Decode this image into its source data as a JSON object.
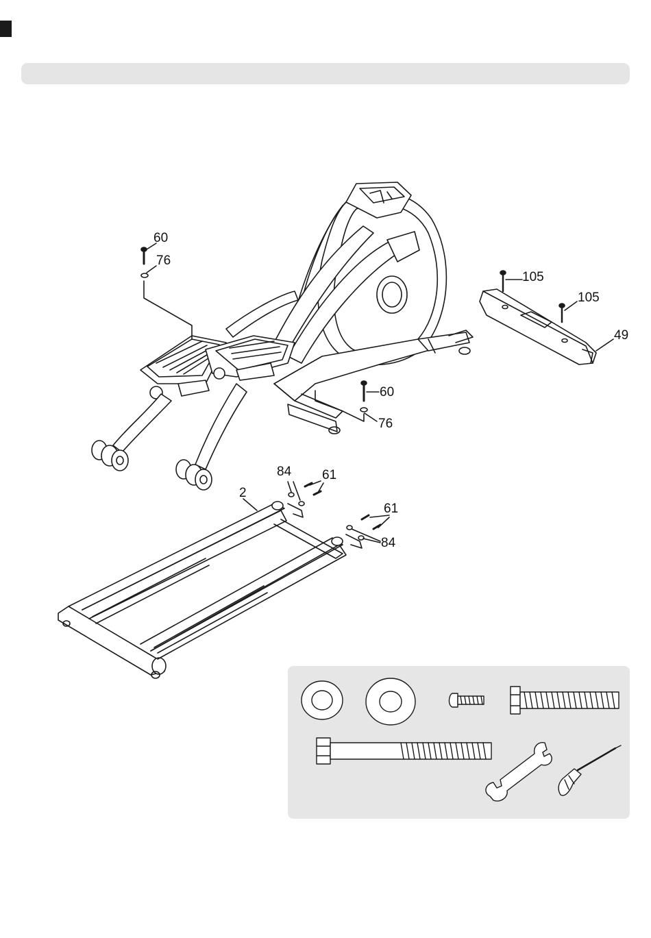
{
  "callouts": {
    "c60_top": "60",
    "c76_top": "76",
    "c105_a": "105",
    "c105_b": "105",
    "c49": "49",
    "c60_mid": "60",
    "c76_mid": "76",
    "c84_top": "84",
    "c61_top": "61",
    "c2": "2",
    "c61_right": "61",
    "c84_right": "84"
  },
  "colors": {
    "line": "#1a1a1a",
    "panel": "#e6e6e6",
    "header_band": "#e5e5e5"
  },
  "hardware_icons": [
    "washer-icon",
    "washer-icon",
    "screw-icon",
    "bolt-icon",
    "long-bolt-icon",
    "wrench-icon",
    "screwdriver-icon"
  ]
}
